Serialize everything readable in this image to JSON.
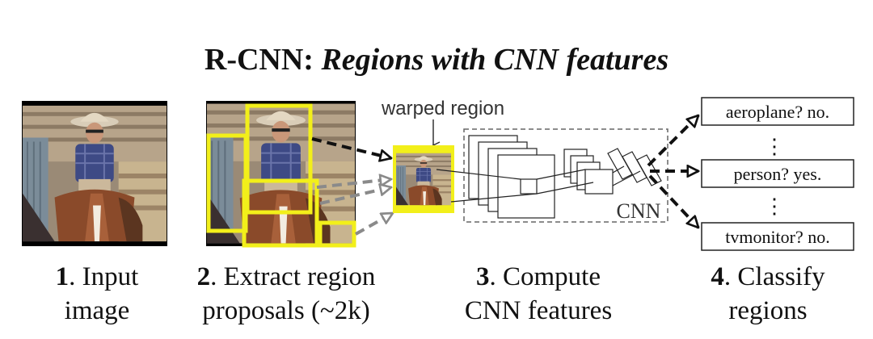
{
  "title": {
    "bold": "R-CNN: ",
    "italic": "Regions with CNN features"
  },
  "labels": {
    "warped_region": "warped region",
    "cnn": "CNN",
    "ellipsis": "⋮"
  },
  "classes": [
    "aeroplane? no.",
    "person? yes.",
    "tvmonitor? no."
  ],
  "steps": [
    {
      "num": "1",
      "line1": ". Input",
      "line2": "image"
    },
    {
      "num": "2",
      "line1": ". Extract region",
      "line2": "proposals (~2k)"
    },
    {
      "num": "3",
      "line1": ". Compute",
      "line2": "CNN features"
    },
    {
      "num": "4",
      "line1": ". Classify",
      "line2": "regions"
    }
  ],
  "colors": {
    "proposal_box": "#f2ef1a",
    "arrow_black": "#111111",
    "arrow_gray": "#8a8a8a",
    "cnn_border": "#666666"
  }
}
